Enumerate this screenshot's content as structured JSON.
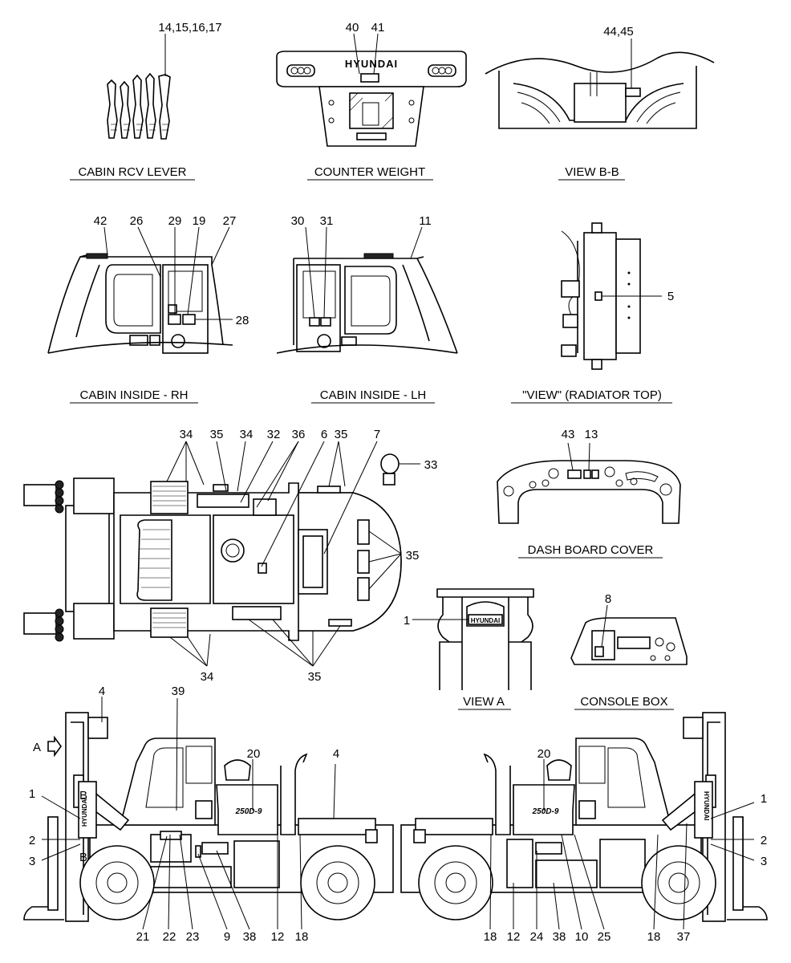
{
  "captions": {
    "cabin_rcv_lever": "CABIN RCV LEVER",
    "counter_weight": "COUNTER WEIGHT",
    "view_bb": "VIEW B-B",
    "cabin_inside_rh": "CABIN INSIDE - RH",
    "cabin_inside_lh": "CABIN INSIDE - LH",
    "radiator_top": "\"VIEW\" (RADIATOR TOP)",
    "dash_board_cover": "DASH BOARD COVER",
    "view_a": "VIEW A",
    "console_box": "CONSOLE BOX"
  },
  "brand": {
    "counterweight": "HYUNDAI",
    "view_a_plate": "HYUNDAI",
    "model_left": "250D-9",
    "model_right": "250D-9",
    "boom_left": "HYUNDAI",
    "boom_right": "HYUNDAI"
  },
  "labels": {
    "rcv": "14,15,16,17",
    "cw_40": "40",
    "cw_41": "41",
    "bb": "44,45",
    "rh_42": "42",
    "rh_26": "26",
    "rh_29": "29",
    "rh_19": "19",
    "rh_27": "27",
    "rh_28": "28",
    "lh_30": "30",
    "lh_31": "31",
    "lh_11": "11",
    "rad_5": "5",
    "top_34a": "34",
    "top_35a": "35",
    "top_34b": "34",
    "top_32": "32",
    "top_36": "36",
    "top_6": "6",
    "top_35b": "35",
    "top_7": "7",
    "top_33": "33",
    "top_35c": "35",
    "top_34d": "34",
    "top_35d": "35",
    "dash_43": "43",
    "dash_13": "13",
    "va_1": "1",
    "cb_8": "8",
    "ls_4a": "4",
    "ls_39": "39",
    "ls_20": "20",
    "ls_4b": "4",
    "ls_A": "A",
    "ls_B1": "B",
    "ls_B2": "B",
    "ls_1": "1",
    "ls_2": "2",
    "ls_3": "3",
    "ls_21": "21",
    "ls_22": "22",
    "ls_23": "23",
    "ls_9": "9",
    "ls_38": "38",
    "ls_12": "12",
    "ls_18": "18",
    "rs_20": "20",
    "rs_1": "1",
    "rs_2": "2",
    "rs_3": "3",
    "rs_18a": "18",
    "rs_12": "12",
    "rs_24": "24",
    "rs_38": "38",
    "rs_10": "10",
    "rs_25": "25",
    "rs_18b": "18",
    "rs_37": "37"
  }
}
